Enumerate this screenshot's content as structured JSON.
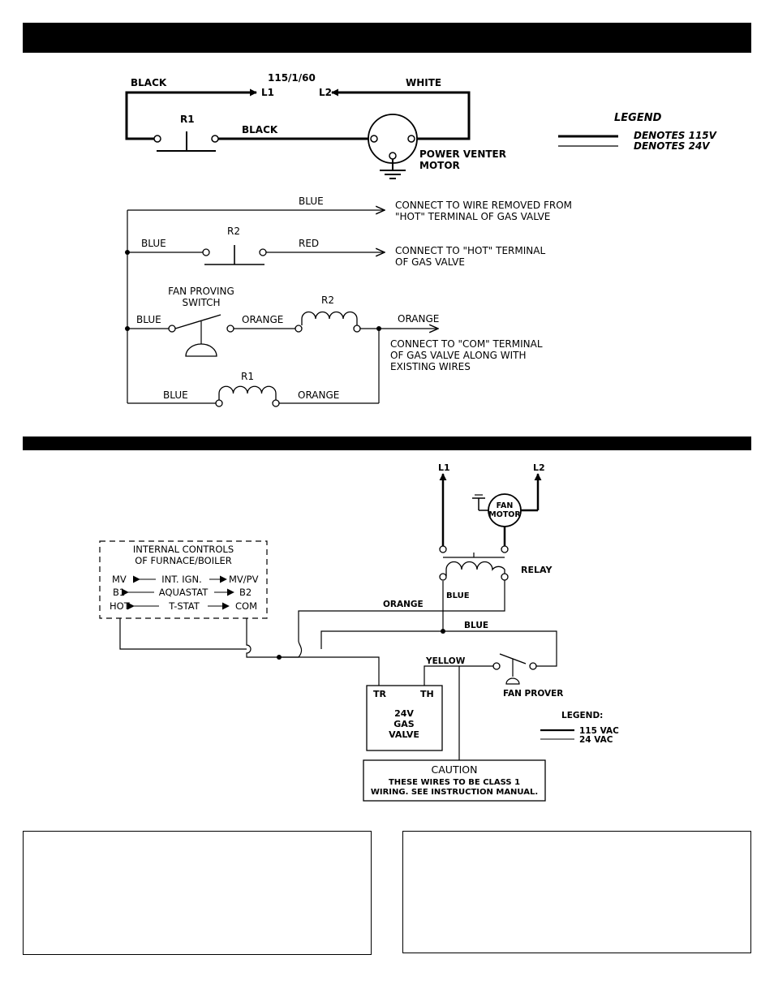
{
  "diagram1": {
    "supply": "115/1/60",
    "l1": "L1",
    "l2": "L2",
    "black_top": "BLACK",
    "white_top": "WHITE",
    "r1": "R1",
    "black_mid": "BLACK",
    "motor_line1": "POWER VENTER",
    "motor_line2": "MOTOR",
    "legend_title": "LEGEND",
    "legend_115": "DENOTES 115V",
    "legend_24": "DENOTES 24V",
    "blue_top": "BLUE",
    "connect1_line1": "CONNECT TO WIRE REMOVED FROM",
    "connect1_line2": "\"HOT\" TERMINAL OF GAS VALVE",
    "blue_r2": "BLUE",
    "r2": "R2",
    "red": "RED",
    "connect2_line1": "CONNECT TO \"HOT\" TERMINAL",
    "connect2_line2": "OF GAS VALVE",
    "fan_line1": "FAN PROVING",
    "fan_line2": "SWITCH",
    "blue_fan": "BLUE",
    "orange_fan": "ORANGE",
    "r2_coil": "R2",
    "orange_out": "ORANGE",
    "connect3_line1": "CONNECT TO \"COM\" TERMINAL",
    "connect3_line2": "OF GAS VALVE ALONG WITH",
    "connect3_line3": "EXISTING WIRES",
    "r1_coil": "R1",
    "blue_bottom": "BLUE",
    "orange_bottom": "ORANGE"
  },
  "diagram2": {
    "l1": "L1",
    "l2": "L2",
    "fan_line1": "FAN",
    "fan_line2": "MOTOR",
    "internal_line1": "INTERNAL CONTROLS",
    "internal_line2": "OF FURNACE/BOILER",
    "row1_left": "MV",
    "row1_mid": "INT. IGN.",
    "row1_right": "MV/PV",
    "row2_left": "B1",
    "row2_mid": "AQUASTAT",
    "row2_right": "B2",
    "row3_left": "HOT",
    "row3_mid": "T-STAT",
    "row3_right": "COM",
    "relay": "RELAY",
    "blue_relay": "BLUE",
    "orange": "ORANGE",
    "blue": "BLUE",
    "yellow": "YELLOW",
    "fan_prover": "FAN PROVER",
    "tr": "TR",
    "th": "TH",
    "valve_line1": "24V",
    "valve_line2": "GAS",
    "valve_line3": "VALVE",
    "legend_title": "LEGEND:",
    "legend_115": "115 VAC",
    "legend_24": "24 VAC",
    "caution_title": "CAUTION",
    "caution_line1": "THESE WIRES TO BE CLASS 1",
    "caution_line2": "WIRING. SEE INSTRUCTION MANUAL."
  }
}
